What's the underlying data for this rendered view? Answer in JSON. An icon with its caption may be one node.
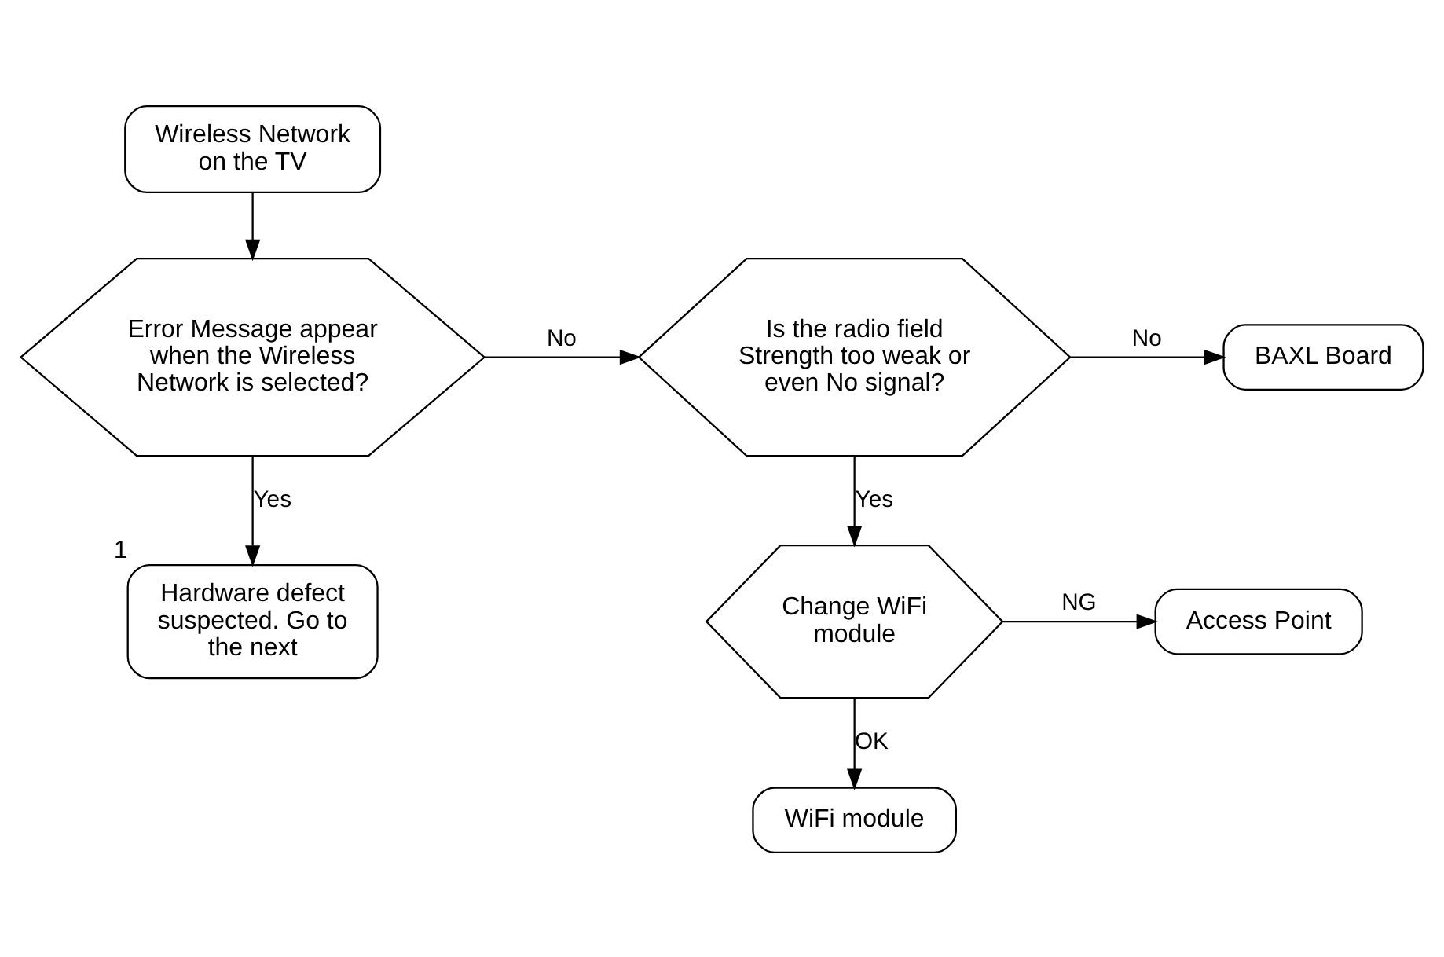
{
  "diagram": {
    "nodes": [
      {
        "text": [
          "Wireless Network on the TV"
        ]
      },
      {
        "text": [
          "Error Message appear when the Wireless Network is selected?"
        ]
      },
      {
        "text": [
          "Is the radio field Strength too weak or even No signal?"
        ]
      },
      {
        "text": [
          "BAXL Board"
        ]
      },
      {
        "text": [
          "Hardware defect suspected. Go to the next"
        ],
        "beside": [
          "1"
        ]
      },
      {
        "text": [
          "Change WiFi module"
        ]
      },
      {
        "text": [
          "Access Point"
        ]
      },
      {
        "text": [
          "WiFi module"
        ]
      }
    ],
    "edges": [
      {
        "from": 0,
        "to": 1,
        "arrow": "to"
      },
      {
        "from": 1,
        "to": 2,
        "label": "No",
        "arrow": "to"
      },
      {
        "from": 2,
        "to": 3,
        "label": "No",
        "arrow": "to"
      },
      {
        "from": 1,
        "to": 4,
        "label": "Yes",
        "arrow": "to"
      },
      {
        "from": 2,
        "to": 5,
        "label": "Yes",
        "arrow": "to"
      },
      {
        "from": 5,
        "to": 6,
        "label": "NG",
        "arrow": "to"
      },
      {
        "from": 5,
        "to": 7,
        "label": "OK",
        "arrow": "to"
      }
    ]
  }
}
